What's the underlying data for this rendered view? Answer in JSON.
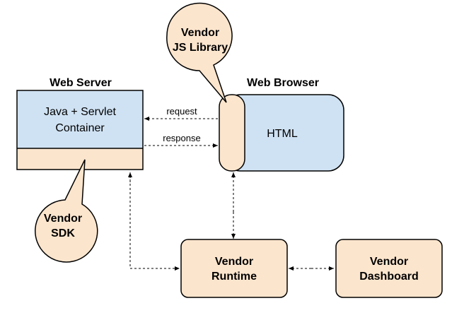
{
  "colors": {
    "peach": "#fce5cd",
    "blue": "#cfe2f3",
    "stroke": "#000000"
  },
  "web_server": {
    "title": "Web Server",
    "line1": "Java + Servlet",
    "line2": "Container"
  },
  "web_browser": {
    "title": "Web Browser",
    "content": "HTML"
  },
  "vendor_js": {
    "line1": "Vendor",
    "line2": "JS Library"
  },
  "vendor_sdk": {
    "line1": "Vendor",
    "line2": "SDK"
  },
  "runtime": {
    "line1": "Vendor",
    "line2": "Runtime"
  },
  "dashboard": {
    "line1": "Vendor",
    "line2": "Dashboard"
  },
  "arrows": {
    "request": "request",
    "response": "response"
  }
}
